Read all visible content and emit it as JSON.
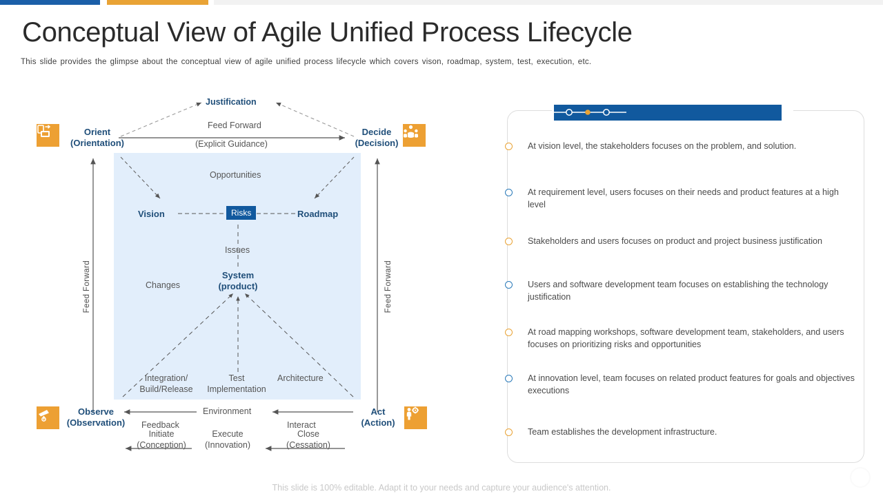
{
  "accent": {
    "blue": "#1b5fa8",
    "orange": "#e9a335",
    "navy": "#1f4e79",
    "deep_blue": "#11599e",
    "pale_blue": "#e2eefb"
  },
  "top_bars": {
    "blue": "blue-accent-bar",
    "orange": "orange-accent-bar",
    "grey": "grey-accent-bar"
  },
  "header": {
    "title": "Conceptual View of Agile Unified Process Lifecycle",
    "subtitle": "This slide provides  the glimpse about the conceptual view  of agile  unified  process lifecycle which  covers  vison,  roadmap,  system, test,  execution,  etc."
  },
  "diagram": {
    "nodes": {
      "justification": "Justification",
      "orient_line1": "Orient",
      "orient_line2": "(Orientation)",
      "decide_line1": "Decide",
      "decide_line2": "(Decision)",
      "observe_line1": "Observe",
      "observe_line2": "(Observation)",
      "act_line1": "Act",
      "act_line2": "(Action)",
      "vision": "Vision",
      "risks": "Risks",
      "roadmap": "Roadmap",
      "system_line1": "System",
      "system_line2": "(product)"
    },
    "edge_labels": {
      "feed_forward_top": "Feed  Forward",
      "explicit_guidance": "(Explicit Guidance)",
      "opportunities": "Opportunities",
      "issues": "Issues",
      "changes": "Changes",
      "feed_forward_left": "Feed  Forward",
      "feed_forward_right": "Feed  Forward",
      "integration_line1": "Integration/",
      "integration_line2": "Build/Release",
      "test_line1": "Test",
      "test_line2": "Implementation",
      "architecture": "Architecture",
      "environment": "Environment",
      "feedback": "Feedback",
      "interact": "Interact",
      "initiate_line1": "Initiate",
      "initiate_line2": "(Conception)",
      "execute_line1": "Execute",
      "execute_line2": "(Innovation)",
      "close_line1": "Close",
      "close_line2": "(Cessation)"
    },
    "icons": {
      "orient": "device-sync-icon",
      "decide": "people-decision-icon",
      "observe": "telescope-icon",
      "act": "person-gear-icon"
    }
  },
  "right_panel": {
    "header_graphic": "timeline-milestones-icon",
    "bullets": [
      {
        "text": "At vision level, the stakeholders focuses on the problem,  and solution.",
        "dot": "orange"
      },
      {
        "text": "At requirement level, users focuses on their needs and product features at a high level",
        "dot": "blue"
      },
      {
        "text": "Stakeholders and users focuses on product and project business justification",
        "dot": "orange"
      },
      {
        "text": "Users and software development team focuses on establishing the technology justification",
        "dot": "blue"
      },
      {
        "text": "At road mapping workshops, software development team, stakeholders, and users focuses on prioritizing risks and opportunities",
        "dot": "orange"
      },
      {
        "text": "At innovation level, team focuses on related product features for goals and objectives executions",
        "dot": "blue"
      },
      {
        "text": "Team establishes the development infrastructure.",
        "dot": "orange"
      }
    ]
  },
  "footer": {
    "note": "This slide is 100% editable. Adapt it to your needs and capture your audience's attention."
  }
}
